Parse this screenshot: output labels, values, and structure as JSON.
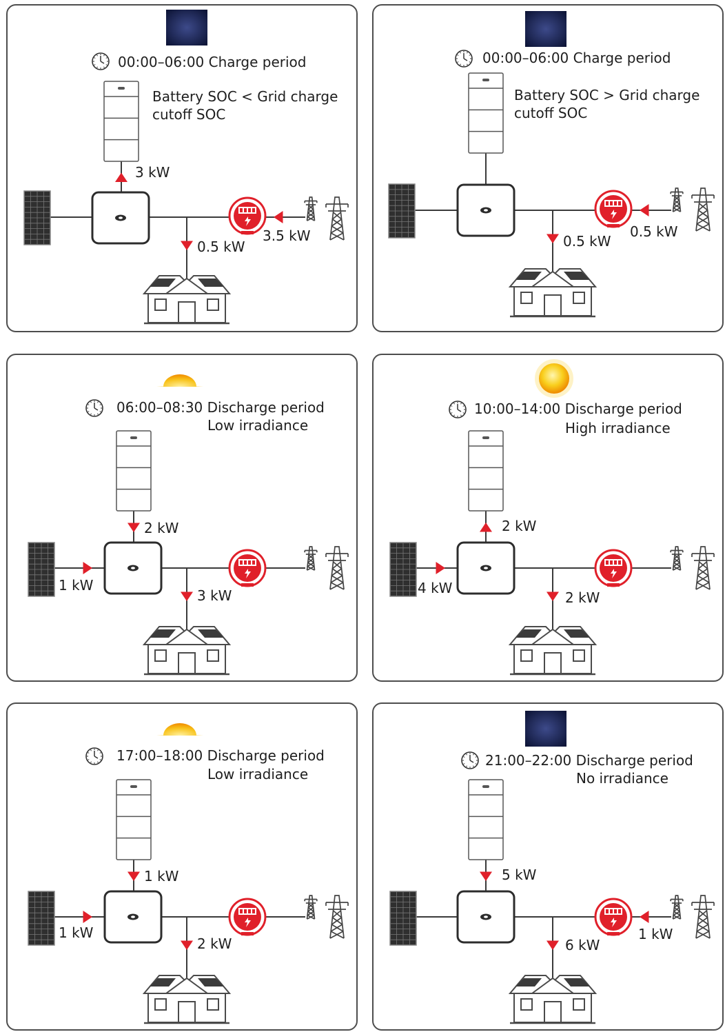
{
  "colors": {
    "flow_arrow": "#e0202a",
    "line": "#3a3a3a",
    "frame": "#4d4d4d"
  },
  "panels": [
    {
      "sky": "moon",
      "clock_icon": "clock-icon",
      "period": "00:00–06:00 Charge period",
      "soc_prefix": "Battery SOC",
      "soc_operator": "<",
      "soc_suffix": "Grid charge",
      "soc_line2": "cutoff SOC",
      "battery_flow": "3 kW",
      "battery_direction": "charge",
      "load_flow": "0.5 kW",
      "grid_flow": "3.5 kW",
      "grid_direction": "import"
    },
    {
      "sky": "moon",
      "clock_icon": "clock-icon",
      "period": "00:00–06:00 Charge period",
      "soc_prefix": "Battery SOC",
      "soc_operator": ">",
      "soc_suffix": "Grid charge",
      "soc_line2": "cutoff SOC",
      "load_flow": "0.5 kW",
      "grid_flow": "0.5 kW",
      "grid_direction": "import"
    },
    {
      "sky": "low-sun",
      "clock_icon": "clock-icon",
      "period": "06:00–08:30 Discharge period",
      "irradiance": "Low irradiance",
      "battery_flow": "2 kW",
      "battery_direction": "discharge",
      "pv_flow": "1 kW",
      "load_flow": "3 kW"
    },
    {
      "sky": "high-sun",
      "clock_icon": "clock-icon",
      "period": "10:00–14:00 Discharge period",
      "irradiance": "High irradiance",
      "battery_flow": "2 kW",
      "battery_direction": "charge",
      "pv_flow": "4 kW",
      "load_flow": "2 kW"
    },
    {
      "sky": "low-sun",
      "clock_icon": "clock-icon",
      "period": "17:00–18:00 Discharge period",
      "irradiance": "Low irradiance",
      "battery_flow": "1 kW",
      "battery_direction": "discharge",
      "pv_flow": "1 kW",
      "load_flow": "2 kW"
    },
    {
      "sky": "moon",
      "clock_icon": "clock-icon",
      "period": "21:00–22:00 Discharge period",
      "irradiance": "No irradiance",
      "battery_flow": "5 kW",
      "battery_direction": "discharge",
      "load_flow": "6 kW",
      "grid_flow": "1 kW",
      "grid_direction": "import"
    }
  ]
}
